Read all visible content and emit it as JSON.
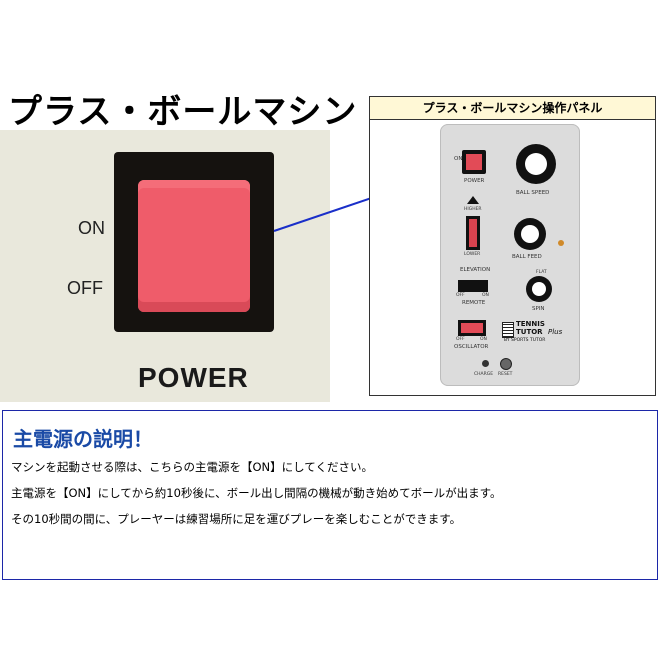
{
  "machine_title": "プラス・ボールマシン",
  "photo": {
    "on_label": "ON",
    "off_label": "OFF",
    "power_label": "POWER"
  },
  "panel": {
    "caption": "プラス・ボールマシン操作パネル",
    "power": "POWER",
    "on": "ON",
    "ball_speed": "BALL SPEED",
    "higher": "HIGHER",
    "lower": "LOWER",
    "elevation": "ELEVATION",
    "ball_feed": "BALL FEED",
    "remote": "REMOTE",
    "off": "OFF",
    "spin": "SPIN",
    "flat": "FLAT",
    "oscillator": "OSCILLATOR",
    "brand_line1": "TENNIS",
    "brand_line2": "TUTOR",
    "brand_line3": "Plus",
    "brand_sub": "BY SPORTS TUTOR",
    "charge": "CHARGE",
    "reset": "RESET"
  },
  "info": {
    "title": "主電源の説明！",
    "lines": [
      "マシンを起動させる際は、こちらの主電源を【ON】にしてください。",
      "主電源を【ON】にしてから約10秒後に、ボール出し間隔の機械が動き始めてボールが出ます。",
      "その10秒間の間に、プレーヤーは練習場所に足を運びプレーを楽しむことができます。"
    ]
  },
  "colors": {
    "switch_red": "#ef5c6a",
    "photo_bg": "#e9e8dc",
    "info_title": "#1a4aa6",
    "info_border": "#1c27a8",
    "caption_bg": "#fff8d6",
    "connector": "#1a2fc9"
  }
}
